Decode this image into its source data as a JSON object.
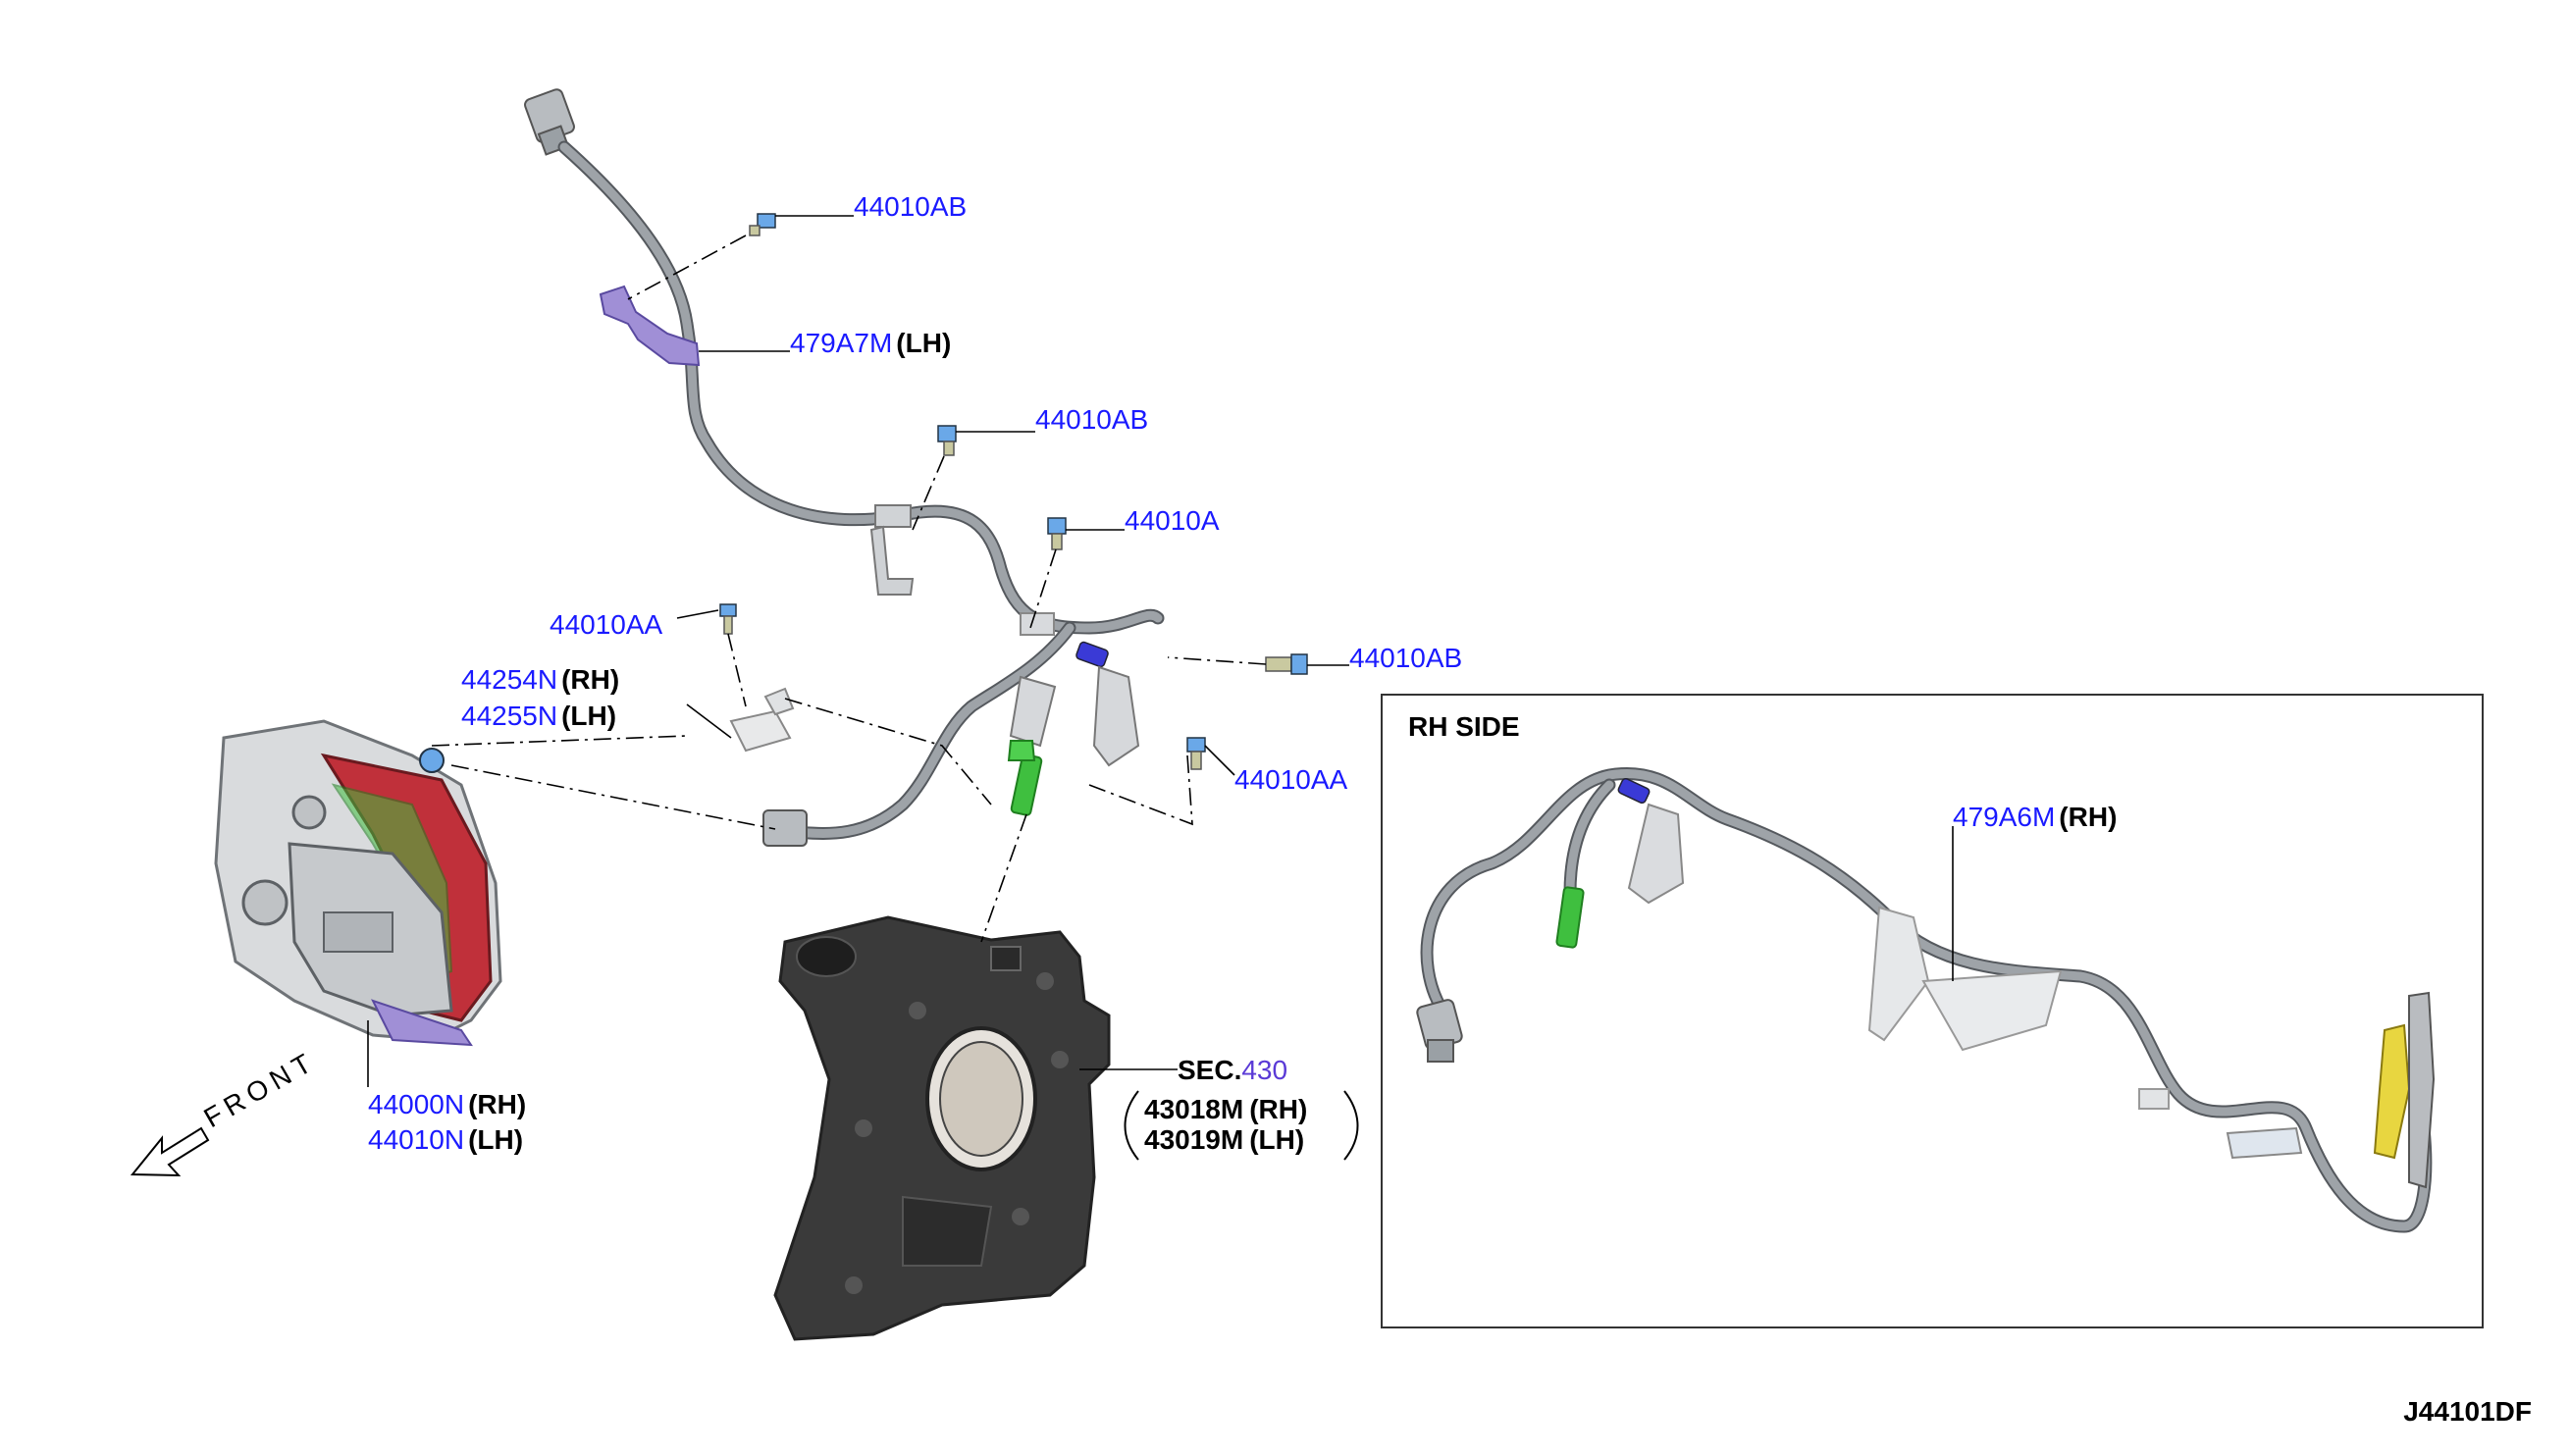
{
  "callouts": {
    "bolt_top": "44010AB",
    "lh_bracket_part": "479A7M",
    "lh_bracket_side": "(LH)",
    "bolt_middle": "44010AB",
    "bolt_a": "44010A",
    "bolt_aa_left": "44010AA",
    "bolt_right": "44010AB",
    "shim_rh_part": "44254N",
    "shim_rh_side": "(RH)",
    "shim_lh_part": "44255N",
    "shim_lh_side": "(LH)",
    "bolt_aa_right": "44010AA",
    "caliper_rh_part": "44000N",
    "caliper_rh_side": "(RH)",
    "caliper_lh_part": "44010N",
    "caliper_lh_side": "(LH)",
    "sec_label": "SEC.",
    "sec_number": "430",
    "knuckle_rh_part": "43018M",
    "knuckle_rh_side": "(RH)",
    "knuckle_lh_part": "43019M",
    "knuckle_lh_side": "(LH)",
    "rh_sensor_part": "479A6M",
    "rh_sensor_side": "(RH)"
  },
  "inset": {
    "title": "RH SIDE"
  },
  "direction": {
    "label": "FRONT"
  },
  "diagram_code": "J44101DF",
  "colors": {
    "callout_blue": "#1a1aff",
    "bracket_purple": "#a08fd6",
    "sensor_green": "#3fbf3f",
    "connector_blue": "#3a3ad6",
    "bolt_blue": "#6aa8e8",
    "caliper_red": "#c0303a",
    "knuckle": "#3a3a3a",
    "bracket_yellow": "#e8d640"
  }
}
